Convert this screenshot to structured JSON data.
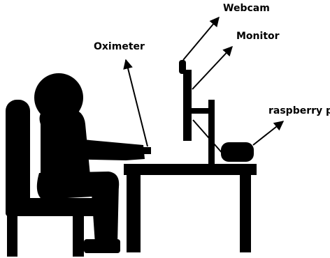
{
  "labels": {
    "oximeter": "Oximeter",
    "webcam": "Webcam",
    "monitor": "Monitor",
    "raspberry_pi": "raspberry pi"
  },
  "colors": {
    "ink": "#000000",
    "background": "#ffffff"
  }
}
